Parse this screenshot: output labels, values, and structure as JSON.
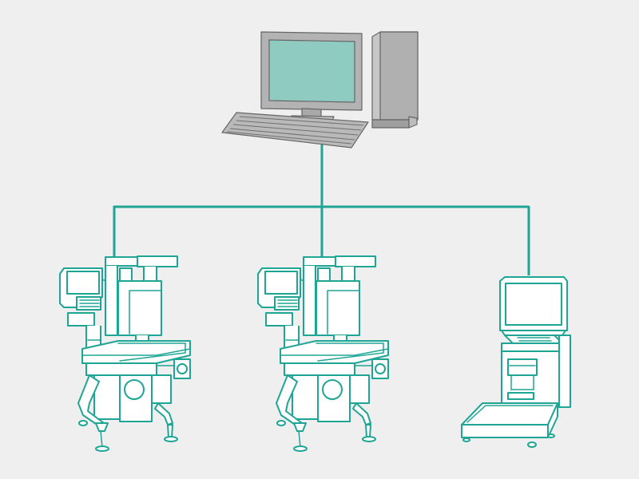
{
  "colors": {
    "background": "#efefef",
    "accent": "#1fa596",
    "device_fill": "#ffffff",
    "monitor_frame": "#b3b3b3",
    "monitor_screen": "#8fcbc1",
    "tower": "#c2c2c2",
    "keyboard": "#b9b9b9",
    "outline": "#555555",
    "scale_screen": "#ffffff"
  },
  "nodes": [
    {
      "id": "server",
      "icon": "desktop-computer-icon"
    },
    {
      "id": "wrapper-1",
      "icon": "weigh-price-labeler-icon"
    },
    {
      "id": "wrapper-2",
      "icon": "weigh-price-labeler-icon"
    },
    {
      "id": "scale",
      "icon": "self-service-scale-icon"
    }
  ],
  "links": [
    {
      "from": "server",
      "to": "wrapper-1"
    },
    {
      "from": "server",
      "to": "wrapper-2"
    },
    {
      "from": "server",
      "to": "scale"
    }
  ]
}
